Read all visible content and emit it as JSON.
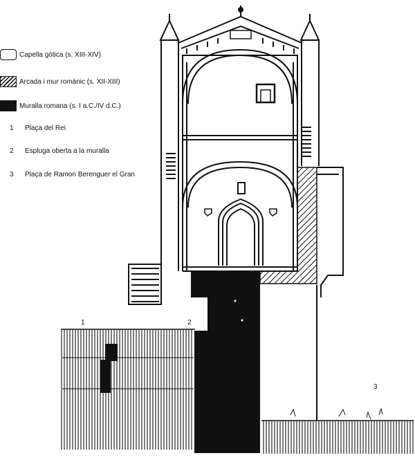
{
  "legend": {
    "items": [
      {
        "swatch": "white",
        "label": "Capella gòtica (s. XIII-XIV)"
      },
      {
        "swatch": "hatch",
        "label": "Arcada i mur romànic (s. XII-XIII)"
      },
      {
        "swatch": "black",
        "label": "Muralla romana (s. I a.C./IV d.C.)"
      }
    ],
    "numbered": [
      {
        "num": "1",
        "label": "Plaça del Rei"
      },
      {
        "num": "2",
        "label": "Espluga oberta a la muralla"
      },
      {
        "num": "3",
        "label": "Plaça de Ramon Berenguer el Gran"
      }
    ]
  },
  "markers": {
    "m1": "1",
    "m2": "2",
    "m3": "3"
  },
  "colors": {
    "ink": "#111111",
    "paper": "#ffffff"
  }
}
